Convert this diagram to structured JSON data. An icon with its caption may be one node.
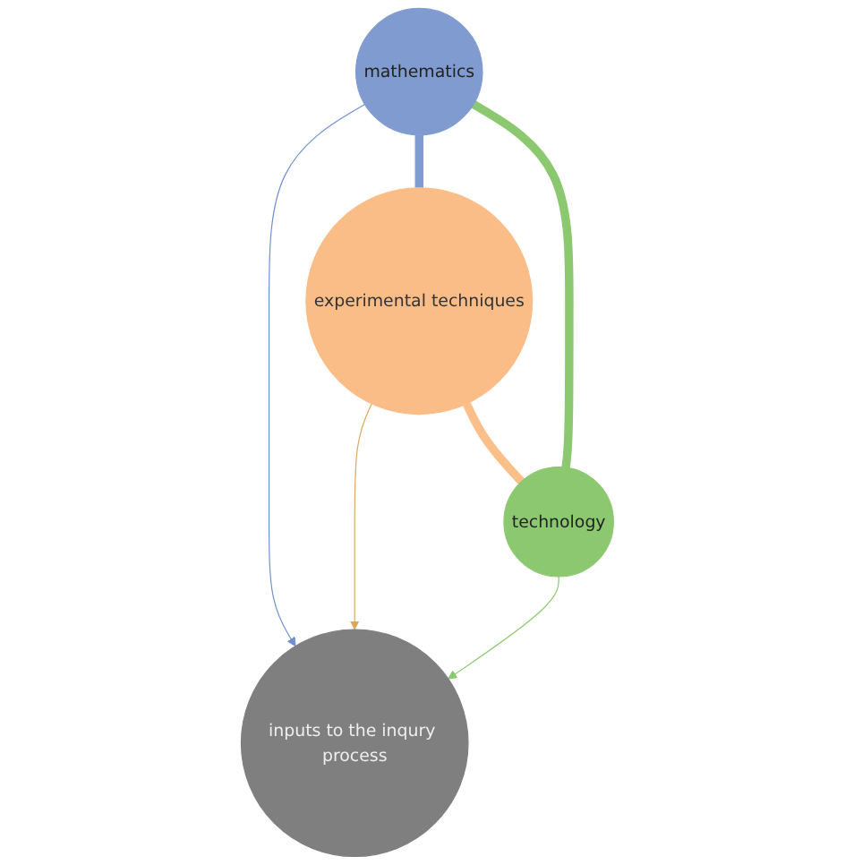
{
  "diagram": {
    "nodes": [
      {
        "text": [
          "experimental techniques"
        ]
      },
      {
        "text": [
          "inputs to the inqury process"
        ]
      },
      {
        "text": [
          "mathematics"
        ]
      },
      {
        "text": [
          "technology"
        ]
      }
    ],
    "edges": [
      {
        "from": 0,
        "to": 1,
        "arrow": "to",
        "color": "#d9a85c"
      },
      {
        "from": 2,
        "to": 1,
        "arrow": "to",
        "color": "#6f8fcf"
      },
      {
        "from": 3,
        "to": 1,
        "arrow": "to",
        "color": "#8cc870"
      },
      {
        "from": 2,
        "to": 0,
        "arrow": "none",
        "style": "thick",
        "color": "#7f9bd0"
      },
      {
        "from": 0,
        "to": 3,
        "arrow": "none",
        "style": "thick",
        "color": "#fbc08a"
      },
      {
        "from": 2,
        "to": 3,
        "arrow": "none",
        "style": "thick",
        "color": "#8cc870"
      }
    ]
  }
}
